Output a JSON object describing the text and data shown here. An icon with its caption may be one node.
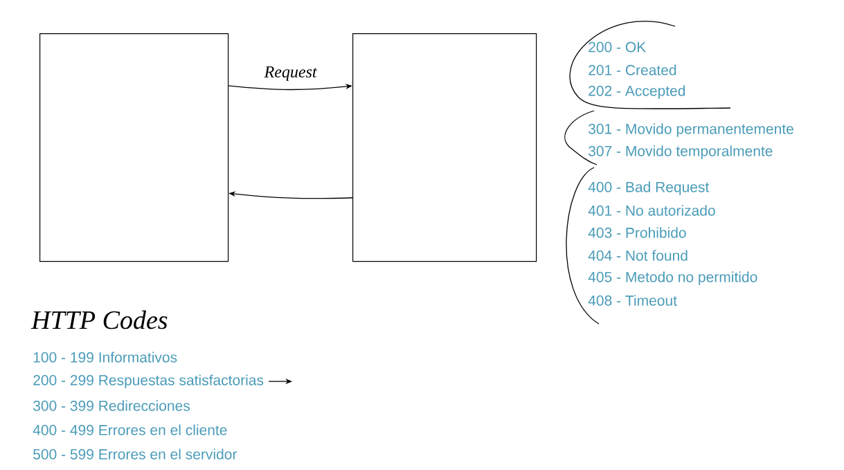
{
  "diagram": {
    "title": "HTTP Codes",
    "nodes": [
      {
        "text": [],
        "shape": "box"
      },
      {
        "text": [],
        "shape": "box"
      },
      {
        "text": [
          "200 - 299 Respuestas satisfactorias"
        ]
      }
    ],
    "edges": [
      {
        "from": 0,
        "to": 1,
        "arrow": "to",
        "label": "Request"
      },
      {
        "from": 1,
        "to": 0,
        "arrow": "to"
      },
      {
        "from": 2,
        "to": null,
        "arrow": "to"
      }
    ],
    "labels": [
      "200 - OK",
      "201 - Created",
      "202 - Accepted",
      "301 - Movido permanentemente",
      "307 - Movido temporalmente",
      "400 - Bad Request",
      "401 - No autorizado",
      "403 - Prohibido",
      "404 - Not found",
      "405 - Metodo no permitido",
      "408 - Timeout",
      "100 - 199 Informativos",
      "300 - 399 Redirecciones",
      "400 - 499 Errores en el cliente",
      "500 - 599 Errores en el servidor"
    ]
  }
}
